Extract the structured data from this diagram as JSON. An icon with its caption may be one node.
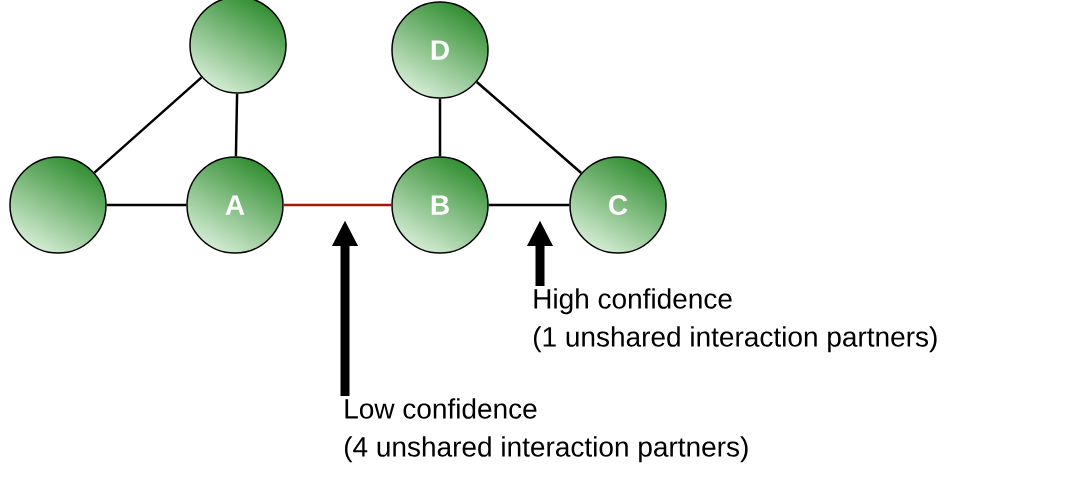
{
  "diagram": {
    "nodes": [
      {
        "text": [],
        "shape": "circle"
      },
      {
        "text": [],
        "shape": "circle"
      },
      {
        "text": [
          "A"
        ]
      },
      {
        "text": [
          "D"
        ]
      },
      {
        "text": [
          "B"
        ]
      },
      {
        "text": [
          "C"
        ]
      },
      {
        "text": [
          "High confidence",
          "(1 unshared interaction partners)"
        ]
      },
      {
        "text": [
          "Low confidence",
          "(4 unshared interaction partners)"
        ]
      }
    ],
    "edges": [
      {
        "from": 0,
        "to": 1,
        "arrow": "none"
      },
      {
        "from": 0,
        "to": 2,
        "arrow": "none"
      },
      {
        "from": 1,
        "to": 2,
        "arrow": "none"
      },
      {
        "from": 2,
        "to": 4,
        "arrow": "none",
        "color": "#a01a0a"
      },
      {
        "from": 3,
        "to": 4,
        "arrow": "none"
      },
      {
        "from": 3,
        "to": 5,
        "arrow": "none"
      },
      {
        "from": 4,
        "to": 5,
        "arrow": "none"
      },
      {
        "from": 6,
        "to": null,
        "arrow": "to",
        "style": "thick"
      },
      {
        "from": 7,
        "to": null,
        "arrow": "to",
        "style": "thick"
      }
    ]
  }
}
